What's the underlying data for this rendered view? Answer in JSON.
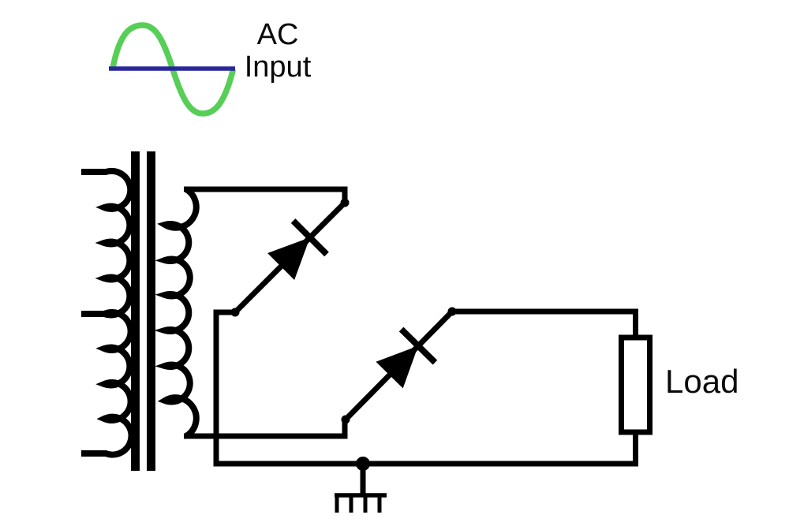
{
  "diagram": {
    "type": "full-wave rectifier circuit schematic",
    "labels": {
      "ac_input_line1": "AC",
      "ac_input_line2": "Input",
      "load": "Load"
    },
    "colors": {
      "background": "#ffffff",
      "wire": "#000000",
      "sine_wave": "#57CF57",
      "axis_line": "#28289B",
      "text": "#0a0a0a"
    },
    "components": [
      "ac-input-sine-wave",
      "transformer-primary-coil",
      "transformer-core",
      "transformer-secondary-coil",
      "diode-1",
      "diode-2",
      "load-resistor",
      "ground-symbol"
    ]
  }
}
